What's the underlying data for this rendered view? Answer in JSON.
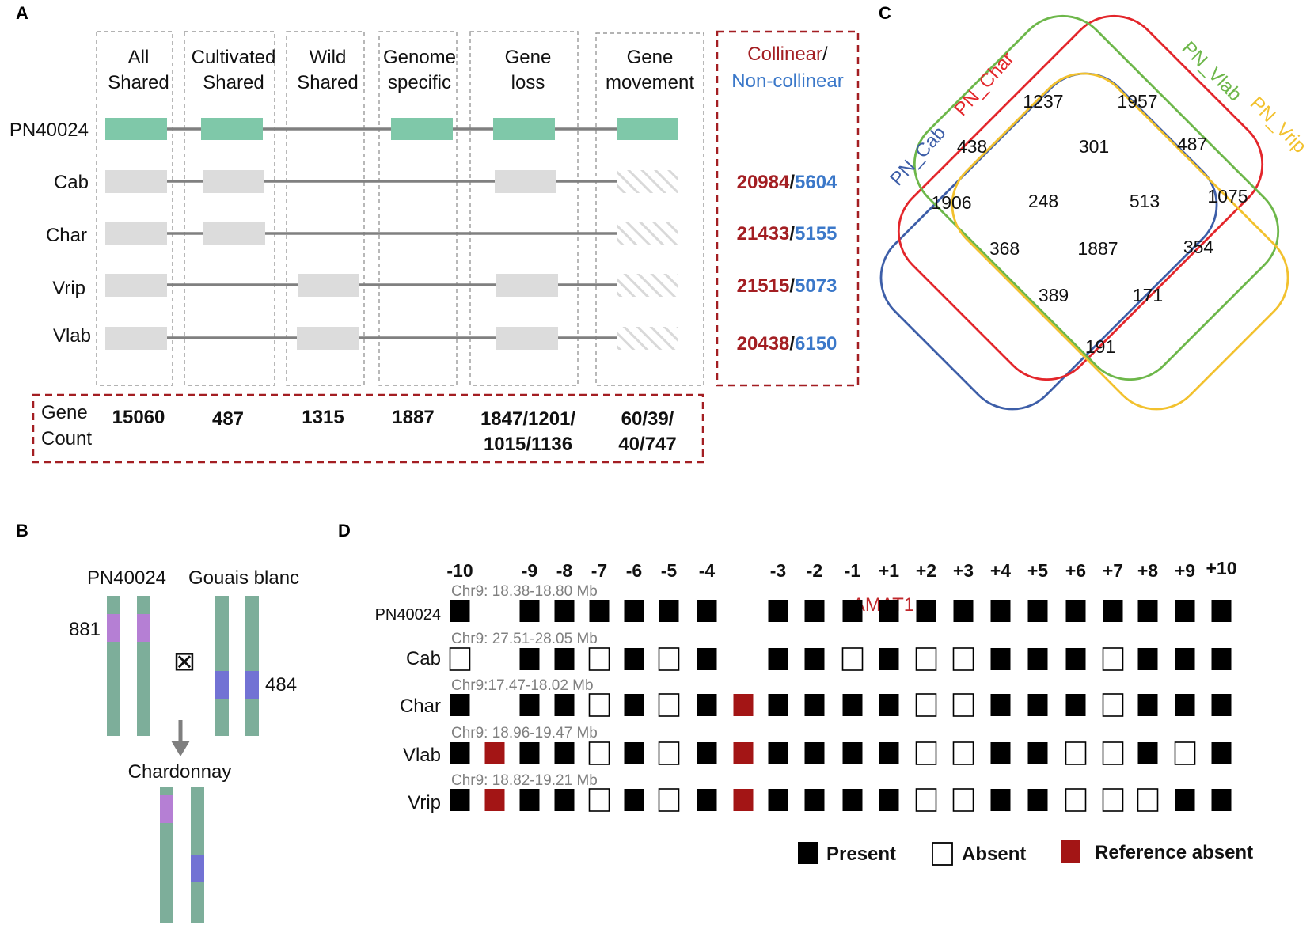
{
  "panels": {
    "A": "A",
    "B": "B",
    "C": "C",
    "D": "D"
  },
  "panelA": {
    "categories": [
      {
        "l1": "All",
        "l2": "Shared"
      },
      {
        "l1": "Cultivated",
        "l2": "Shared"
      },
      {
        "l1": "Wild",
        "l2": "Shared"
      },
      {
        "l1": "Genome",
        "l2": "specific"
      },
      {
        "l1": "Gene",
        "l2": "loss"
      },
      {
        "l1": "Gene",
        "l2": "movement"
      }
    ],
    "legend": {
      "collinear": "Collinear",
      "slash": "/",
      "noncollinear": "Non-collinear"
    },
    "genomes": [
      "PN40024",
      "Cab",
      "Char",
      "Vrip",
      "Vlab"
    ],
    "ratios": [
      {
        "c": "20984",
        "s": "/",
        "n": "5604"
      },
      {
        "c": "21433",
        "s": "/",
        "n": "5155"
      },
      {
        "c": "21515",
        "s": "/",
        "n": "5073"
      },
      {
        "c": "20438",
        "s": "/",
        "n": "6150"
      }
    ],
    "count_label": {
      "l1": "Gene",
      "l2": "Count"
    },
    "counts": [
      {
        "l1": "15060",
        "l2": ""
      },
      {
        "l1": "487",
        "l2": ""
      },
      {
        "l1": "1315",
        "l2": ""
      },
      {
        "l1": "1887",
        "l2": ""
      },
      {
        "l1": "1847/1201/",
        "l2": "1015/1136"
      },
      {
        "l1": "60/39/",
        "l2": "40/747"
      }
    ],
    "colors": {
      "reference_gene": "#7fc8a9",
      "gene": "#dcdcdc",
      "line": "#808080",
      "collinear": "#a31e22",
      "noncollinear": "#3b78c9"
    }
  },
  "panelB": {
    "parent1": "PN40024",
    "parent2": "Gouais blanc",
    "count1": "881",
    "count2": "484",
    "cross_symbol": "⊠",
    "offspring": "Chardonnay",
    "colors": {
      "chromosome": "#7dae9a",
      "segment1": "#b57fd4",
      "segment2": "#7272d4"
    }
  },
  "panelC": {
    "sets": [
      {
        "name": "PN_Cab",
        "color": "#3d5ea8"
      },
      {
        "name": "PN_Char",
        "color": "#e3262b"
      },
      {
        "name": "PN_Vlab",
        "color": "#6db74a"
      },
      {
        "name": "PN_Vrip",
        "color": "#f2c12e"
      }
    ],
    "values": [
      "1237",
      "1957",
      "438",
      "301",
      "487",
      "1906",
      "248",
      "513",
      "1075",
      "368",
      "1887",
      "354",
      "389",
      "171",
      "191"
    ]
  },
  "panelD": {
    "positions": [
      "-10",
      "-9",
      "-8",
      "-7",
      "-6",
      "-5",
      "-4",
      "-3",
      "-2",
      "-1",
      "+1",
      "+2",
      "+3",
      "+4",
      "+5",
      "+6",
      "+7",
      "+8",
      "+9",
      "+10"
    ],
    "gene_label": "AMAT1",
    "rows": [
      {
        "name": "PN40024",
        "region": "Chr9: 18.38-18.80 Mb",
        "cells": [
          "P",
          "",
          "P",
          "P",
          "P",
          "P",
          "P",
          "P",
          "",
          "P",
          "P",
          "P",
          "P",
          "P",
          "P",
          "P",
          "P",
          "P",
          "P",
          "P",
          "P",
          "P"
        ]
      },
      {
        "name": "Cab",
        "region": "Chr9: 27.51-28.05 Mb",
        "cells": [
          "A",
          "",
          "P",
          "P",
          "A",
          "P",
          "A",
          "P",
          "",
          "P",
          "P",
          "A",
          "P",
          "A",
          "A",
          "P",
          "P",
          "P",
          "A",
          "P",
          "P",
          "P"
        ]
      },
      {
        "name": "Char",
        "region": "Chr9:17.47-18.02 Mb",
        "cells": [
          "P",
          "",
          "P",
          "P",
          "A",
          "P",
          "A",
          "P",
          "R",
          "P",
          "P",
          "P",
          "P",
          "A",
          "A",
          "P",
          "P",
          "P",
          "A",
          "P",
          "P",
          "P"
        ]
      },
      {
        "name": "Vlab",
        "region": "Chr9: 18.96-19.47 Mb",
        "cells": [
          "P",
          "R",
          "P",
          "P",
          "A",
          "P",
          "A",
          "P",
          "R",
          "P",
          "P",
          "P",
          "P",
          "A",
          "A",
          "P",
          "P",
          "A",
          "A",
          "P",
          "A",
          "P"
        ]
      },
      {
        "name": "Vrip",
        "region": "Chr9: 18.82-19.21 Mb",
        "cells": [
          "P",
          "R",
          "P",
          "P",
          "A",
          "P",
          "A",
          "P",
          "R",
          "P",
          "P",
          "P",
          "P",
          "A",
          "A",
          "P",
          "P",
          "A",
          "A",
          "A",
          "P",
          "P"
        ]
      }
    ],
    "legend": {
      "present": "Present",
      "absent": "Absent",
      "ref_absent": "Reference absent"
    },
    "colors": {
      "present": "#000000",
      "ref_absent": "#a31515",
      "gene_label": "#c0282c",
      "region": "#808080"
    }
  }
}
